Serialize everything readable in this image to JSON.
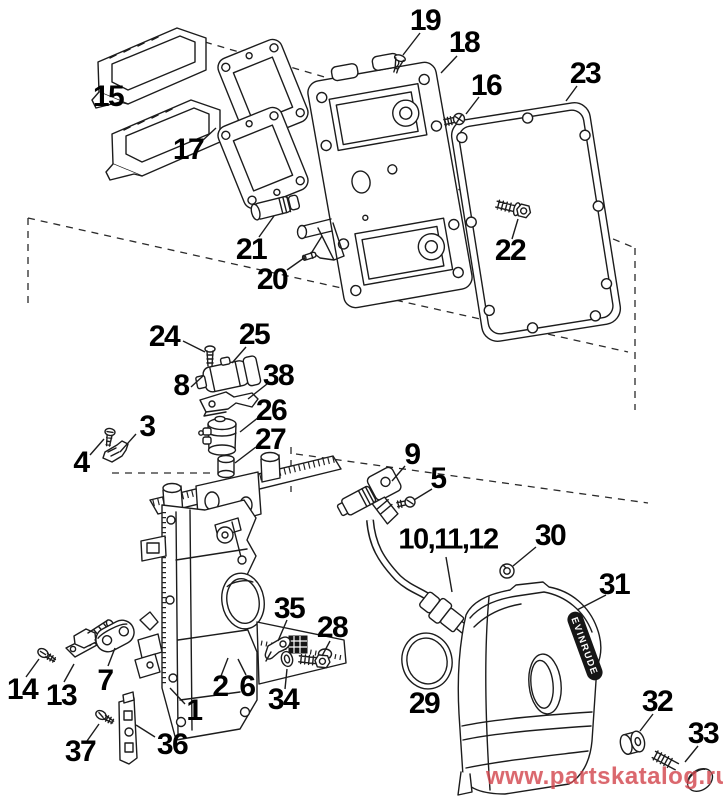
{
  "watermark": {
    "text": "www.partskatalog.ru",
    "color": "#d2434b"
  },
  "cover": {
    "brand_text": "EVINRUDE"
  },
  "callouts": {
    "n1": {
      "label": "1"
    },
    "n2": {
      "label": "2"
    },
    "n3": {
      "label": "3"
    },
    "n4": {
      "label": "4"
    },
    "n5": {
      "label": "5"
    },
    "n6": {
      "label": "6"
    },
    "n7": {
      "label": "7"
    },
    "n8": {
      "label": "8"
    },
    "n9": {
      "label": "9"
    },
    "n10_11_12": {
      "label": "10,11,12"
    },
    "n13": {
      "label": "13"
    },
    "n14": {
      "label": "14"
    },
    "n15": {
      "label": "15"
    },
    "n16": {
      "label": "16"
    },
    "n17": {
      "label": "17"
    },
    "n18": {
      "label": "18"
    },
    "n19": {
      "label": "19"
    },
    "n20": {
      "label": "20"
    },
    "n21": {
      "label": "21"
    },
    "n22": {
      "label": "22"
    },
    "n23": {
      "label": "23"
    },
    "n24": {
      "label": "24"
    },
    "n25": {
      "label": "25"
    },
    "n26": {
      "label": "26"
    },
    "n27": {
      "label": "27"
    },
    "n28": {
      "label": "28"
    },
    "n29": {
      "label": "29"
    },
    "n30": {
      "label": "30"
    },
    "n31": {
      "label": "31"
    },
    "n32": {
      "label": "32"
    },
    "n33": {
      "label": "33"
    },
    "n34": {
      "label": "34"
    },
    "n35": {
      "label": "35"
    },
    "n36": {
      "label": "36"
    },
    "n37": {
      "label": "37"
    },
    "n38": {
      "label": "38"
    }
  }
}
